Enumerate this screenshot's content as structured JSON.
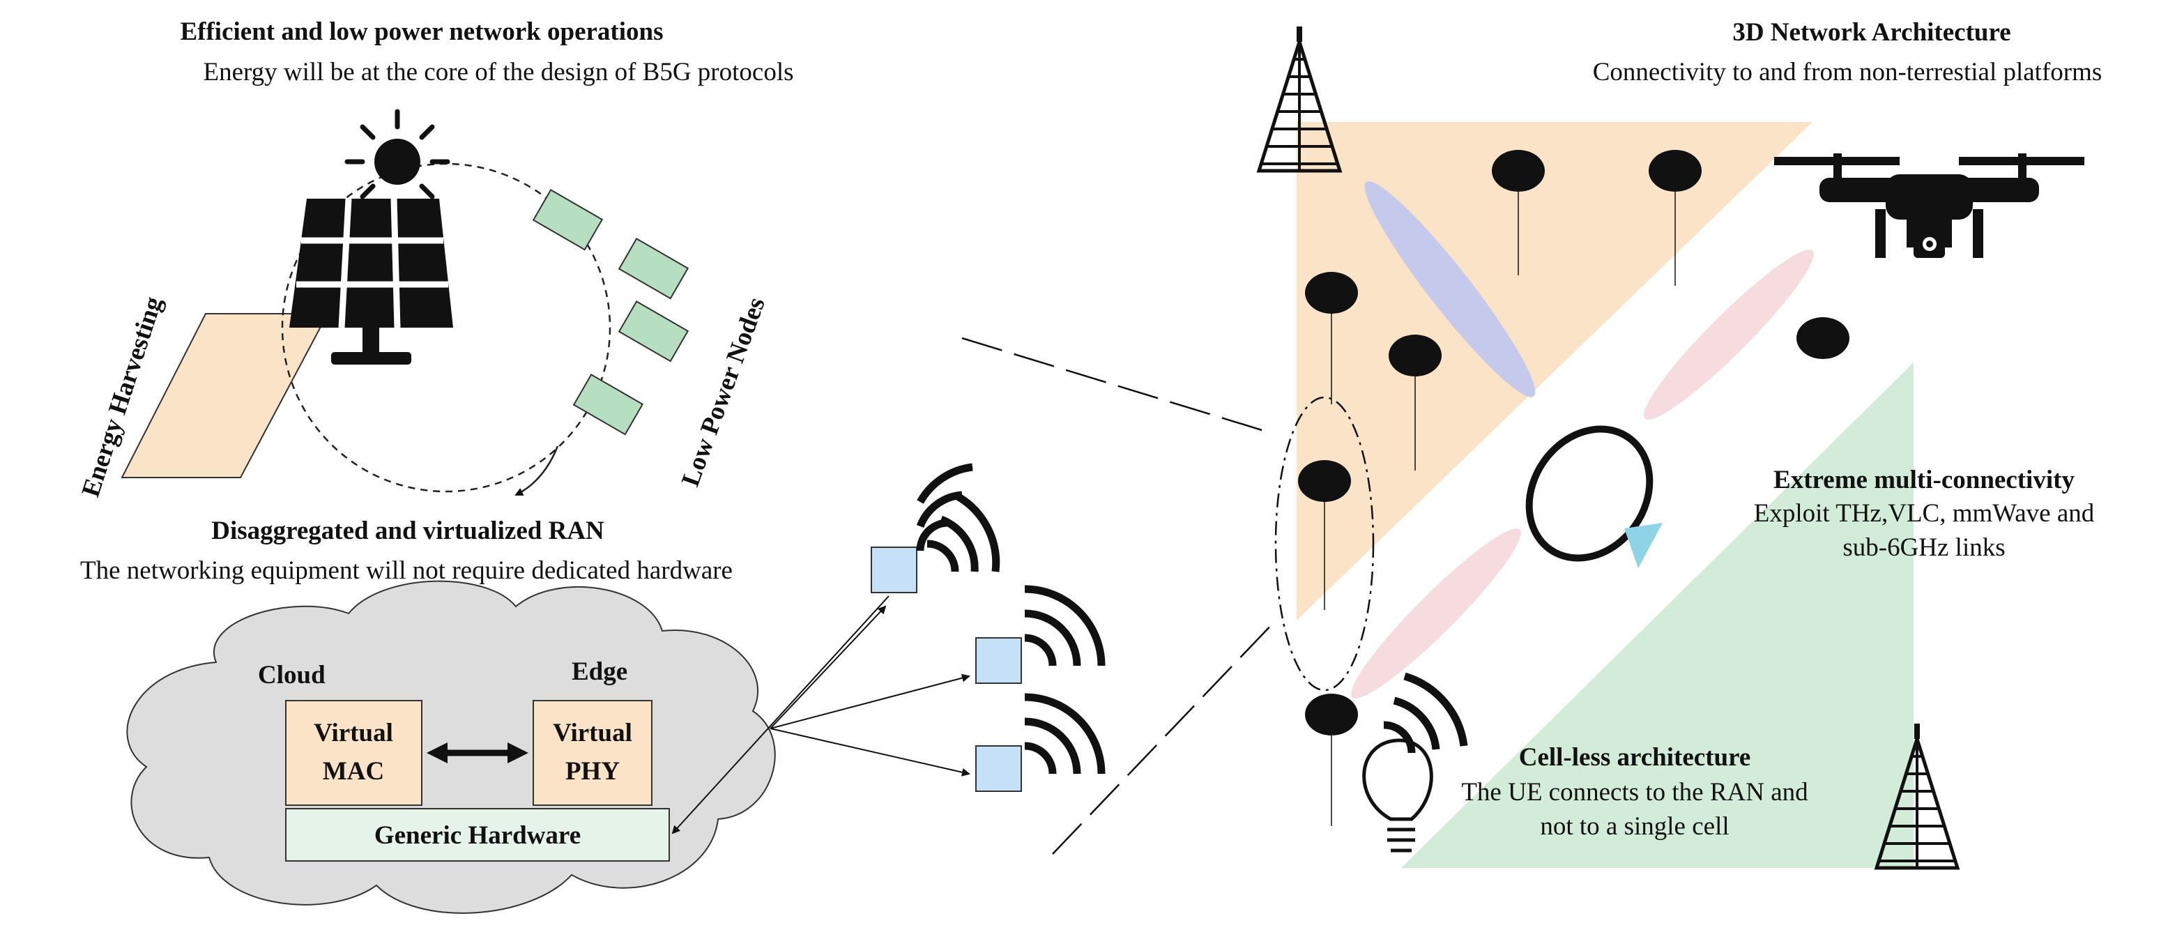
{
  "energy": {
    "title": "Efficient and low power network operations",
    "subtitle": "Energy will be at the core of the design of B5G protocols",
    "harvesting_label": "Energy Harvesting",
    "low_power_label": "Low Power Nodes"
  },
  "ran": {
    "title": "Disaggregated and virtualized RAN",
    "subtitle": "The networking equipment will not require dedicated hardware",
    "cloud_label": "Cloud",
    "edge_label": "Edge",
    "virtual_mac": [
      "Virtual",
      "MAC"
    ],
    "virtual_phy": [
      "Virtual",
      "PHY"
    ],
    "generic_hw": "Generic Hardware"
  },
  "network3d": {
    "title": "3D Network Architecture",
    "subtitle": "Connectivity to and from non-terrestial platforms"
  },
  "multiconn": {
    "title": "Extreme multi-connectivity",
    "line1": "Exploit THz,VLC, mmWave and",
    "line2": "sub-6GHz links"
  },
  "cellless": {
    "title": "Cell-less architecture",
    "line1": "The UE connects to the RAN and",
    "line2": "not to a single cell"
  },
  "colors": {
    "orange_zone": "#fbe3c8",
    "green_zone": "#d3ecd9",
    "box_fill": "#fbe3c8",
    "hardware_fill": "#e6f3e8",
    "cloud_fill": "#dddddd",
    "node_green": "#b5dfc0",
    "ue_square": "#c6e0f7",
    "blue_beam": "#c5c9ec",
    "pink_beam": "#f6dcdf"
  },
  "icons": [
    "sun-icon",
    "solar-panel-icon",
    "cell-tower-icon",
    "drone-icon",
    "lightbulb-icon",
    "wireless-signal-icon"
  ]
}
